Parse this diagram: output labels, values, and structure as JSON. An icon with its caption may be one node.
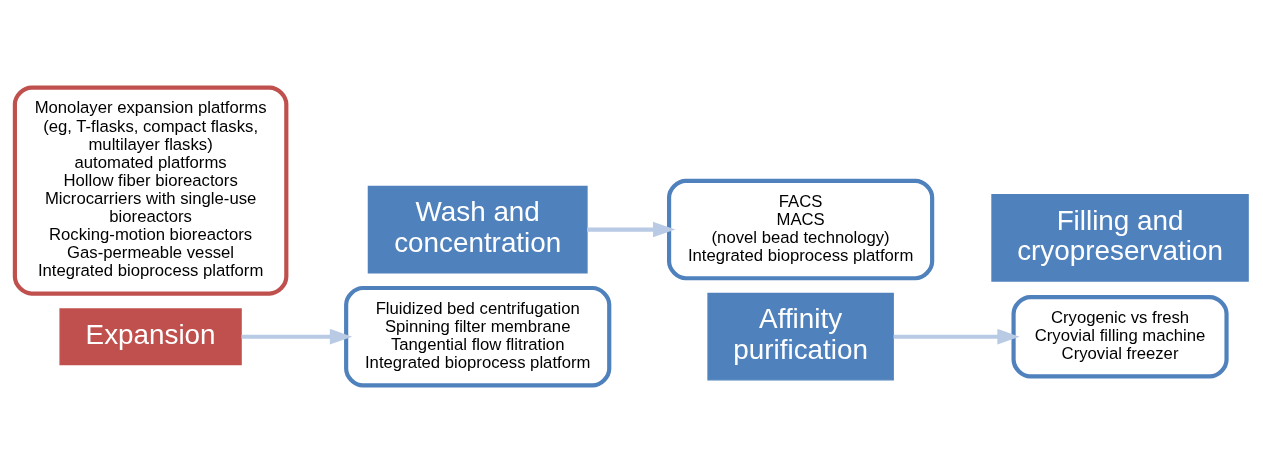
{
  "diagram": {
    "nodes": [
      {
        "text": [
          "Monolayer expansion platforms (eg, T-flasks, compact flasks, multilayer flasks)",
          "automated platforms",
          "Hollow fiber bioreactors",
          "Microcarriers with single-use bioreactors",
          "Rocking-motion bioreactors",
          "Gas-permeable vessel",
          "Integrated bioprocess platform"
        ]
      },
      {
        "text": [
          "Expansion"
        ]
      },
      {
        "text": [
          "Wash and concentration"
        ]
      },
      {
        "text": [
          "Fluidized bed centrifugation",
          "Spinning filter membrane",
          "Tangential flow flitration",
          "Integrated bioprocess platform"
        ]
      },
      {
        "text": [
          "FACS",
          "MACS",
          "(novel bead technology)",
          "Integrated bioprocess platform"
        ]
      },
      {
        "text": [
          "Affinity purification"
        ]
      },
      {
        "text": [
          "Filling and cryopreservation"
        ]
      },
      {
        "text": [
          "Cryogenic vs fresh",
          "Cryovial filling machine",
          "Cryovial freezer"
        ]
      }
    ],
    "edges": [
      {
        "from": 1,
        "to": 3,
        "arrow": "to"
      },
      {
        "from": 2,
        "to": 4,
        "arrow": "to"
      },
      {
        "from": 5,
        "to": 7,
        "arrow": "to"
      }
    ]
  }
}
